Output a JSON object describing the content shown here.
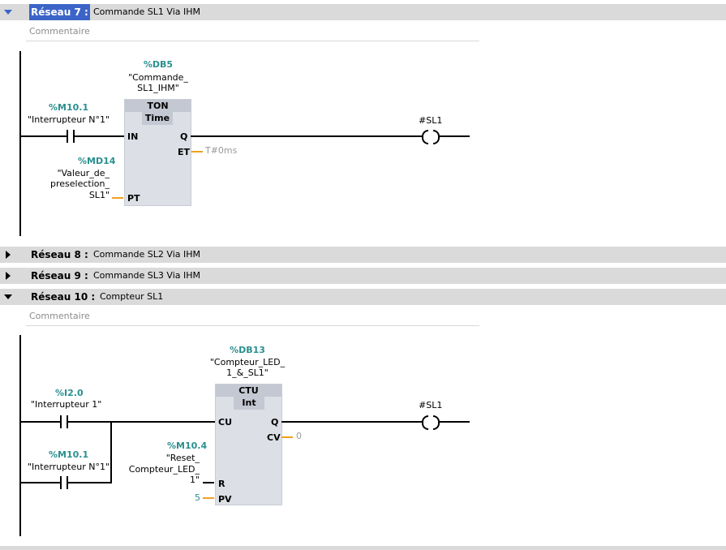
{
  "networks": [
    {
      "title": "Réseau 7 :",
      "desc": "Commande SL1 Via IHM",
      "expanded": true,
      "selected": true,
      "comment": "Commentaire"
    },
    {
      "title": "Réseau 8 :",
      "desc": "Commande SL2 Via IHM",
      "expanded": false
    },
    {
      "title": "Réseau 9 :",
      "desc": "Commande SL3 Via IHM",
      "expanded": false
    },
    {
      "title": "Réseau 10 :",
      "desc": "Compteur SL1",
      "expanded": true,
      "comment": "Commentaire"
    }
  ],
  "net7": {
    "db_addr": "%DB5",
    "db_name_l1": "\"Commande_",
    "db_name_l2": "SL1_IHM\"",
    "block_type": "TON",
    "block_subtype": "Time",
    "pin_in": "IN",
    "pin_q": "Q",
    "pin_et": "ET",
    "pin_pt": "PT",
    "contact_addr": "%M10.1",
    "contact_name": "\"Interrupteur N°1\"",
    "et_value": "T#0ms",
    "pt_addr": "%MD14",
    "pt_name_l1": "\"Valeur_de_",
    "pt_name_l2": "preselection_",
    "pt_name_l3": "SL1\"",
    "coil_name": "#SL1"
  },
  "net10": {
    "db_addr": "%DB13",
    "db_name_l1": "\"Compteur_LED_",
    "db_name_l2": "1_&_SL1\"",
    "block_type": "CTU",
    "block_subtype": "Int",
    "pin_cu": "CU",
    "pin_q": "Q",
    "pin_cv": "CV",
    "pin_r": "R",
    "pin_pv": "PV",
    "contact1_addr": "%I2.0",
    "contact1_name": "\"Interrupteur 1\"",
    "contact2_addr": "%M10.1",
    "contact2_name": "\"Interrupteur N°1\"",
    "cv_value": "0",
    "r_addr": "%M10.4",
    "r_name_l1": "\"Reset_",
    "r_name_l2": "Compteur_LED_",
    "r_name_l3": "1\"",
    "pv_value": "5",
    "coil_name": "#SL1"
  },
  "colors": {
    "accent": "#2a8f8f",
    "wire_orange": "#f0a020",
    "selected_bg": "#3c64c8",
    "bar_bg": "#dadada"
  }
}
